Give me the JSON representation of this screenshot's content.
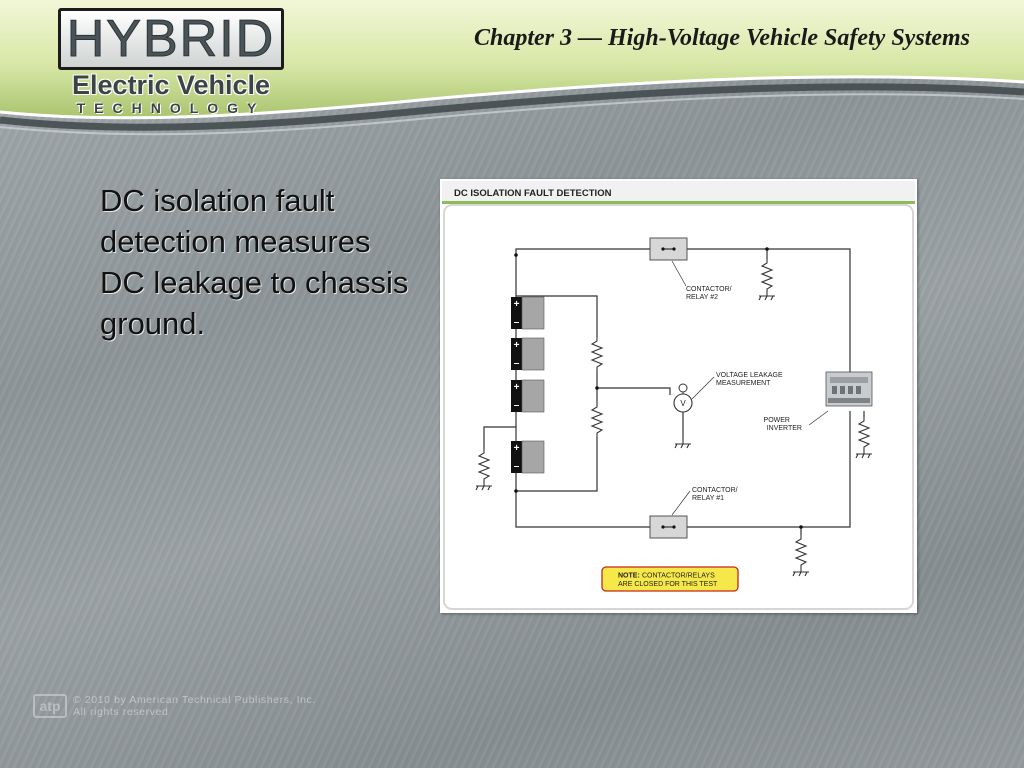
{
  "header": {
    "logo": {
      "line1": "HYBRID",
      "line2": "Electric Vehicle",
      "line3": "TECHNOLOGY"
    },
    "chapter_title": "Chapter 3 — High-Voltage Vehicle Safety Systems"
  },
  "body": {
    "paragraph": "DC isolation fault detection measures DC leakage to chassis ground."
  },
  "figure": {
    "title": "DC ISOLATION FAULT DETECTION",
    "labels": {
      "contactor2_line1": "CONTACTOR/",
      "contactor2_line2": "RELAY #2",
      "voltage_leakage_line1": "VOLTAGE LEAKAGE",
      "voltage_leakage_line2": "MEASUREMENT",
      "power_inverter_line1": "POWER",
      "power_inverter_line2": "INVERTER",
      "contactor1_line1": "CONTACTOR/",
      "contactor1_line2": "RELAY #1",
      "voltmeter_symbol": "V",
      "battery_plus": "+",
      "battery_minus": "–"
    },
    "note": {
      "prefix": "NOTE:",
      "line1": "CONTACTOR/RELAYS",
      "line2": "ARE CLOSED FOR THIS TEST"
    },
    "colors": {
      "title_bar_accent": "#8dbb5a",
      "note_background": "#f7e84a",
      "note_border": "#c8261c"
    }
  },
  "footer": {
    "publisher_logo": "atp",
    "copyright_line1": "© 2010 by American Technical Publishers, Inc.",
    "copyright_line2": "All rights reserved"
  }
}
